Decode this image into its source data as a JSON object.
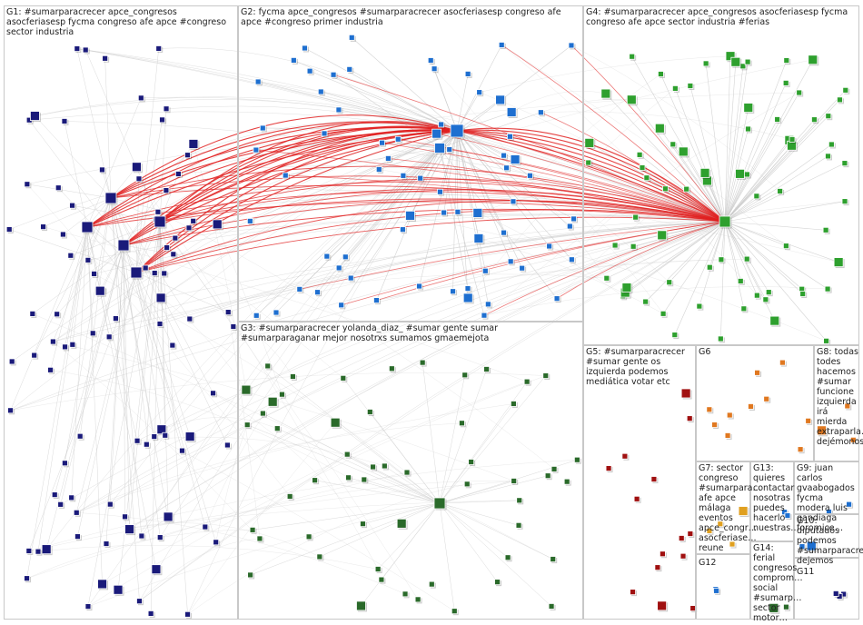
{
  "groups": [
    {
      "id": "G1",
      "label": "G1: #sumarparacrecer apce_congresos asocferiasesp fycma congreso afe apce #congreso sector industria"
    },
    {
      "id": "G2",
      "label": "G2: fycma apce_congresos #sumarparacrecer asocferiasesp congreso afe apce #congreso primer industria"
    },
    {
      "id": "G3",
      "label": "G3: #sumarparacrecer yolanda_diaz_ #sumar gente sumar #sumarparaganar mejor nosotrxs sumamos gmaemejota"
    },
    {
      "id": "G4",
      "label": "G4: #sumarparacrecer apce_congresos asocferiasesp fycma congreso afe apce sector industria #ferias"
    },
    {
      "id": "G5",
      "label": "G5: #sumarparacrecer #sumar gente os izquierda podemos mediática votar etc"
    },
    {
      "id": "G6",
      "label": "G6"
    },
    {
      "id": "G7",
      "label": "G7: sector congreso #sumarpara… afe apce málaga eventos apce_congr… asocferiase… reune"
    },
    {
      "id": "G8",
      "label": "G8: todas todes hacemos #sumar funcione izquierda irá mierda extraparla… dejémonos"
    },
    {
      "id": "G9",
      "label": "G9: juan carlos gvaabogados fycma modera luis gandiaga foromice…"
    },
    {
      "id": "G10",
      "label": "G10: diputados podemos #sumarparacre… dejemos"
    },
    {
      "id": "G11",
      "label": "G11"
    },
    {
      "id": "G12",
      "label": "G12"
    },
    {
      "id": "G13",
      "label": "G13: quieres contactar nosotras puedes hacerlo nuestras…"
    },
    {
      "id": "G14",
      "label": "G14: ferial congresos comprom… social #sumarp… sector motor…"
    }
  ],
  "colors": {
    "edge_gray": "#c9c9c9",
    "edge_red": "#e02020",
    "panel_border": "#c8c8c8",
    "g1_node": "#1a1a7a",
    "g2_node": "#1e6fd0",
    "g3_node": "#2a6a2a",
    "g4_node": "#2ea02e",
    "g5_node": "#a01010",
    "g6_node": "#e07820",
    "g7_node": "#e0a020"
  }
}
